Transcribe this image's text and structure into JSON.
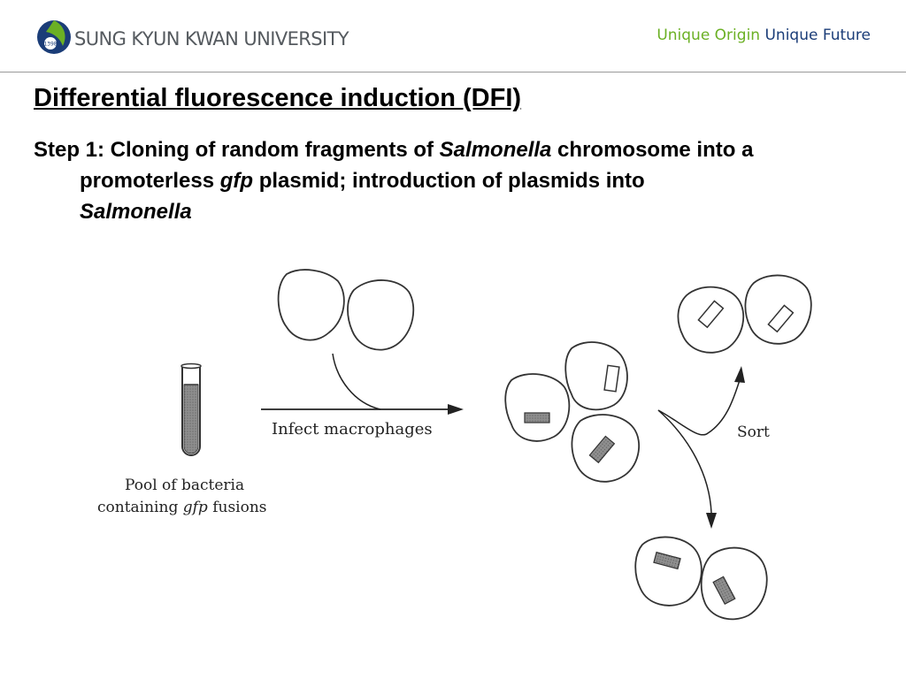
{
  "header": {
    "university_name": "SUNG KYUN KWAN UNIVERSITY",
    "logo_year": "1398",
    "tagline_part1": "Unique Origin",
    "tagline_part2": "Unique Future",
    "colors": {
      "green": "#6bb024",
      "navy": "#1b3d78",
      "gray": "#555a5f"
    }
  },
  "slide": {
    "title": "Differential fluorescence induction (DFI)",
    "step": {
      "t1": "Step 1: Cloning of random fragments of ",
      "t2": "Salmonella",
      "t3": " chromosome into a promoterless ",
      "t4": "gfp",
      "t5": " plasmid; introduction of plasmids into ",
      "t6": "Salmonella"
    }
  },
  "figure": {
    "pool_line1": "Pool of bacteria",
    "pool_line2a": "containing ",
    "pool_line2b": "gfp",
    "pool_line2c": " fusions",
    "infect_label": "Infect macrophages",
    "sort_label": "Sort"
  }
}
